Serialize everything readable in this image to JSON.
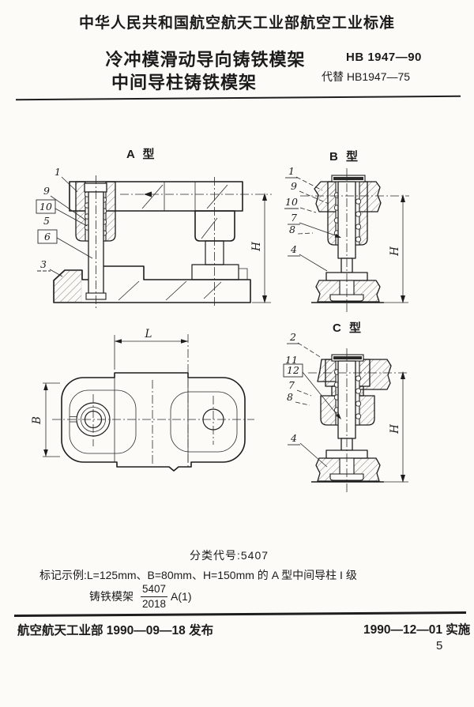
{
  "header": {
    "standard_line": "中华人民共和国航空航天工业部航空工业标准"
  },
  "title": {
    "line1": "冷冲模滑动导向铸铁模架",
    "line2": "中间导柱铸铁模架",
    "code": "HB 1947—90",
    "supersedes": "代替 HB1947—75"
  },
  "views": {
    "typeA": {
      "title": "A 型",
      "dim_h": "H",
      "labels": [
        "1",
        "9",
        "10",
        "5",
        "6",
        "3"
      ]
    },
    "typeB": {
      "title": "B 型",
      "dim_h": "H",
      "labels": [
        "1",
        "9",
        "10",
        "7",
        "8",
        "4"
      ]
    },
    "typeC": {
      "title": "C 型",
      "dim_h": "H",
      "labels": [
        "2",
        "11",
        "12",
        "7",
        "8",
        "4"
      ]
    },
    "plan": {
      "dim_l": "L",
      "dim_b": "B"
    }
  },
  "notes": {
    "classification": "分类代号:5407",
    "example_intro": "标记示例:L=125mm、B=80mm、H=150mm 的 A 型中间导柱 I 级",
    "example_prefix": "铸铁模架",
    "fraction_numerator": "5407",
    "fraction_denominator": "2018",
    "example_suffix": "A(1)"
  },
  "footer": {
    "issued": "航空航天工业部 1990—09—18 发布",
    "effective": "1990—12—01 实施",
    "page": "5"
  }
}
